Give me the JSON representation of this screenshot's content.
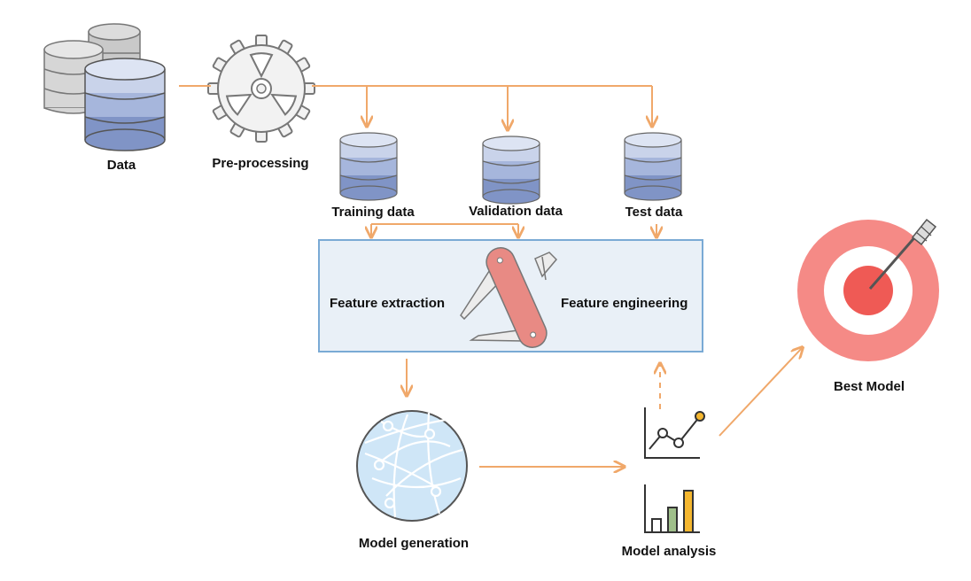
{
  "labels": {
    "data": "Data",
    "preprocessing": "Pre-processing",
    "training_data": "Training data",
    "validation_data": "Validation data",
    "test_data": "Test data",
    "feature_extraction": "Feature extraction",
    "feature_engineering": "Feature engineering",
    "model_generation": "Model generation",
    "model_analysis": "Model analysis",
    "best_model": "Best Model"
  },
  "icons": {
    "data": "database-stack-icon",
    "preprocessing": "gear-icon",
    "training_data": "database-icon",
    "validation_data": "database-icon",
    "test_data": "database-icon",
    "features": "swiss-army-knife-icon",
    "model_generation": "network-globe-icon",
    "model_analysis_line": "line-chart-icon",
    "model_analysis_bar": "bar-chart-icon",
    "best_model": "target-dart-icon"
  },
  "colors": {
    "arrow": "#f0a86a",
    "db_light": "#c9d3ea",
    "db_mid": "#a6b6dc",
    "db_dark": "#8094c6",
    "db_gray": "#c9c9c9",
    "panel_fill": "#e9f0f7",
    "panel_border": "#7aaad5",
    "target_outer": "#f58a86",
    "target_center": "#ef5a55",
    "globe": "#cfe6f7"
  }
}
